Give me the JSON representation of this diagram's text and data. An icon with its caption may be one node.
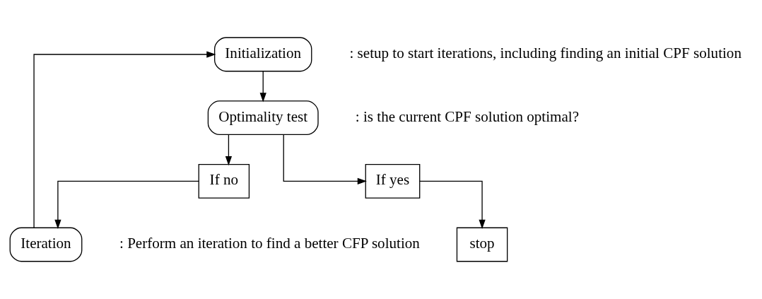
{
  "diagram": {
    "nodes": [
      {
        "text": [
          "Initialization"
        ],
        "beside": [
          ": setup to start iterations, including finding an initial CPF solution"
        ]
      },
      {
        "text": [
          "Optimality test"
        ],
        "beside": [
          ": is the current CPF solution optimal?"
        ]
      },
      {
        "text": [
          "If no"
        ]
      },
      {
        "text": [
          "If yes"
        ]
      },
      {
        "text": [
          "stop"
        ]
      },
      {
        "text": [
          "Iteration"
        ],
        "beside": [
          ": Perform an iteration to find a better CFP solution"
        ]
      }
    ],
    "edges": [
      {
        "from": 0,
        "to": 1,
        "arrow": "to"
      },
      {
        "from": 1,
        "to": 2,
        "arrow": "to"
      },
      {
        "from": 1,
        "to": 3,
        "arrow": "to"
      },
      {
        "from": 3,
        "to": 4,
        "arrow": "to"
      },
      {
        "from": 2,
        "to": 5,
        "arrow": "to"
      },
      {
        "from": 5,
        "to": 0,
        "arrow": "to"
      }
    ]
  }
}
